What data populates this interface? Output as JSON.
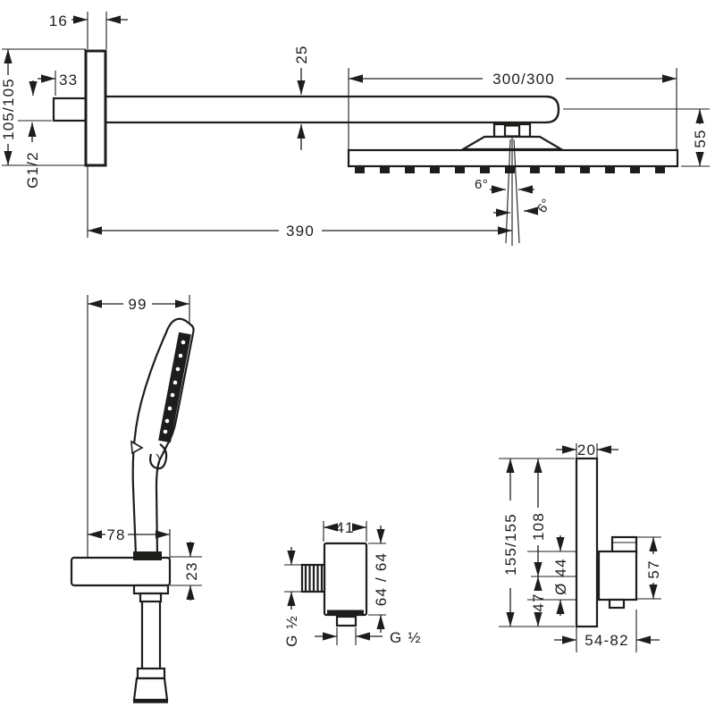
{
  "colors": {
    "line": "#1d1d1b",
    "background": "#ffffff"
  },
  "overhead_shower": {
    "plate_depth": "16",
    "inlet_offset": "33",
    "wall_plate_size": "105/105",
    "inlet_thread": "G1/2",
    "arm_profile_height": "25",
    "head_size": "300/300",
    "head_drop": "55",
    "arm_length": "390",
    "tilt_left": "6°",
    "tilt_right": "6°"
  },
  "hand_shower": {
    "head_width": "99",
    "holder_width": "78",
    "holder_height": "23"
  },
  "wall_outlet": {
    "width": "41",
    "height": "64 / 64",
    "side_thread": "G ½",
    "bottom_thread": "G ½"
  },
  "thermostat": {
    "plate_depth": "20",
    "plate_size": "155/155",
    "top_to_handle": "108",
    "handle_diameter": "Ø 44",
    "handle_to_bottom": "47",
    "handle_height": "57",
    "install_depth": "54-82"
  }
}
